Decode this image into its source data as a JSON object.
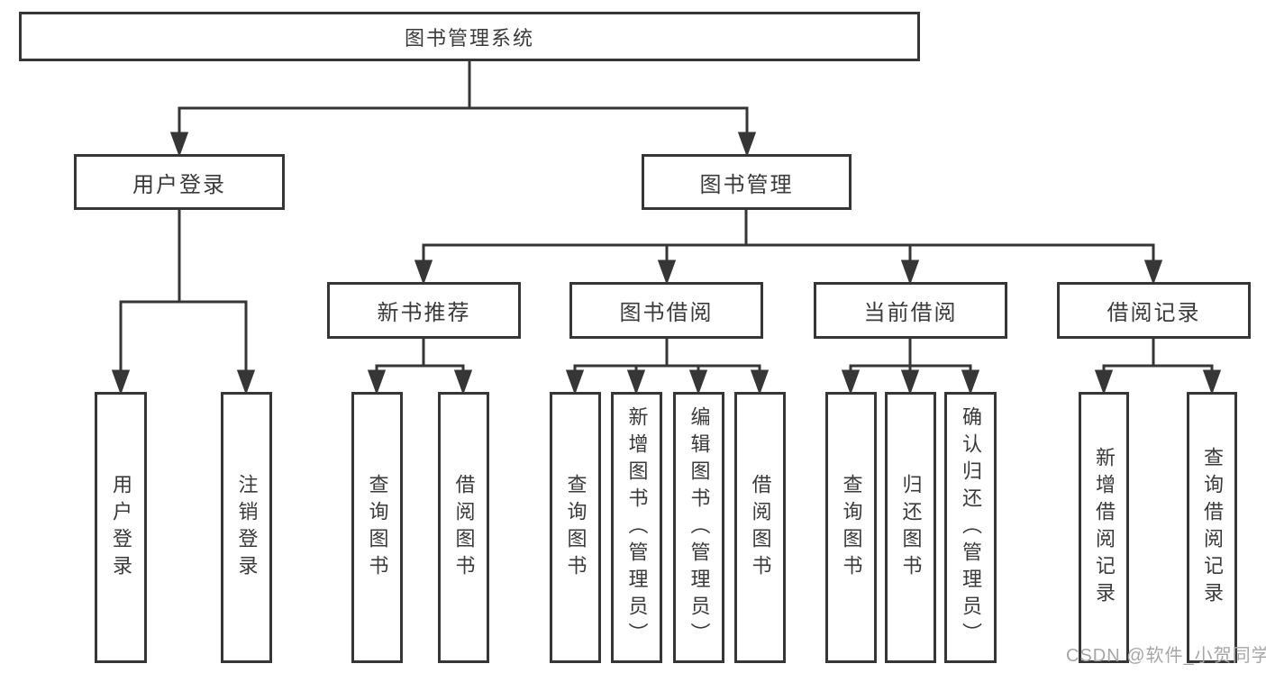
{
  "diagram": {
    "root": {
      "label": "图书管理系统"
    },
    "level2": [
      {
        "label": "用户登录",
        "children": [
          {
            "label": "用户登录"
          },
          {
            "label": "注销登录"
          }
        ]
      },
      {
        "label": "图书管理",
        "children": [
          {
            "label": "新书推荐",
            "children": [
              {
                "label": "查询图书"
              },
              {
                "label": "借阅图书"
              }
            ]
          },
          {
            "label": "图书借阅",
            "children": [
              {
                "label": "查询图书"
              },
              {
                "label": "新增图书（管理员）"
              },
              {
                "label": "编辑图书（管理员）"
              },
              {
                "label": "借阅图书"
              }
            ]
          },
          {
            "label": "当前借阅",
            "children": [
              {
                "label": "查询图书"
              },
              {
                "label": "归还图书"
              },
              {
                "label": "确认归还（管理员）"
              }
            ]
          },
          {
            "label": "借阅记录",
            "children": [
              {
                "label": "新增借阅记录"
              },
              {
                "label": "查询借阅记录"
              }
            ]
          }
        ]
      }
    ],
    "watermark": {
      "text": "CSDN @软件_小贺同学"
    }
  },
  "colors": {
    "line": "#363636",
    "box_border": "#363636",
    "text": "#3a3a3a",
    "watermark": "#a6a6a6",
    "background": "#ffffff"
  }
}
